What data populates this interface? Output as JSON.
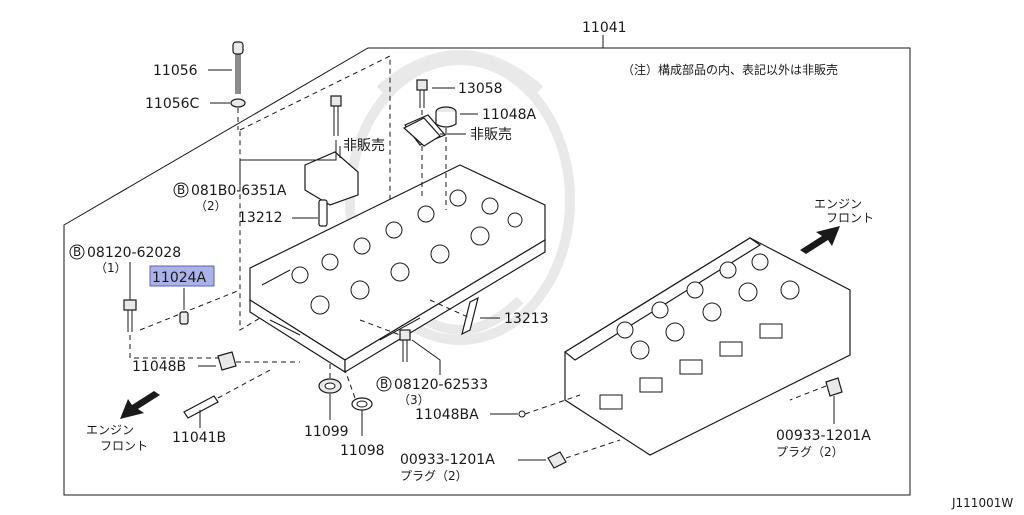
{
  "diagram": {
    "main_part_number": "11041",
    "note": "（注）構成部品の内、表記以外は非販売",
    "engine_front_line1": "エンジン",
    "engine_front_line2": "フロント",
    "not_sold": "非販売",
    "image_code": "J111001W",
    "labels": {
      "p11056": "11056",
      "p11056C": "11056C",
      "p13058": "13058",
      "p11048A": "11048A",
      "bolt_b1_code": "081B0-6351A",
      "bolt_b1_qty": "（2）",
      "p13212": "13212",
      "bolt_b2_code": "08120-62028",
      "bolt_b2_qty": "（1）",
      "p11024A": "11024A",
      "p13213": "13213",
      "p11048B": "11048B",
      "bolt_b3_code": "08120-62533",
      "bolt_b3_qty": "（3）",
      "p11048BA": "11048BA",
      "p11041B": "11041B",
      "p11099": "11099",
      "p11098": "11098",
      "plug_code": "00933-1201A",
      "plug_qty": "プラグ（2）",
      "circle_b": "B"
    },
    "highlighted": "11024A"
  }
}
